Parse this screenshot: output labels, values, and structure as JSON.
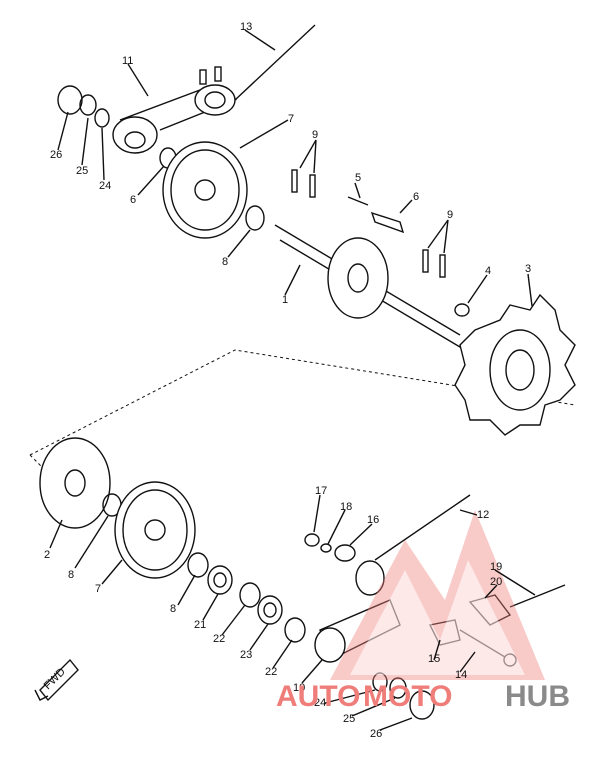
{
  "diagram": {
    "callouts": [
      {
        "id": "c13a",
        "text": "13"
      },
      {
        "id": "c11",
        "text": "11"
      },
      {
        "id": "c26a",
        "text": "26"
      },
      {
        "id": "c25a",
        "text": "25"
      },
      {
        "id": "c24a",
        "text": "24"
      },
      {
        "id": "c6a",
        "text": "6"
      },
      {
        "id": "c7a",
        "text": "7"
      },
      {
        "id": "c8a",
        "text": "8"
      },
      {
        "id": "c9a",
        "text": "9"
      },
      {
        "id": "c5",
        "text": "5"
      },
      {
        "id": "c6b",
        "text": "6"
      },
      {
        "id": "c9b",
        "text": "9"
      },
      {
        "id": "c4",
        "text": "4"
      },
      {
        "id": "c3",
        "text": "3"
      },
      {
        "id": "c1",
        "text": "1"
      },
      {
        "id": "c2",
        "text": "2"
      },
      {
        "id": "c8b",
        "text": "8"
      },
      {
        "id": "c7b",
        "text": "7"
      },
      {
        "id": "c17",
        "text": "17"
      },
      {
        "id": "c18a",
        "text": "18"
      },
      {
        "id": "c16",
        "text": "16"
      },
      {
        "id": "c12",
        "text": "12"
      },
      {
        "id": "c19",
        "text": "19"
      },
      {
        "id": "c20",
        "text": "20"
      },
      {
        "id": "c8c",
        "text": "8"
      },
      {
        "id": "c21",
        "text": "21"
      },
      {
        "id": "c22a",
        "text": "22"
      },
      {
        "id": "c23",
        "text": "23"
      },
      {
        "id": "c22b",
        "text": "22"
      },
      {
        "id": "c15",
        "text": "15"
      },
      {
        "id": "c14",
        "text": "14"
      },
      {
        "id": "c10",
        "text": "10"
      },
      {
        "id": "c24b",
        "text": "24"
      },
      {
        "id": "c25b",
        "text": "25"
      },
      {
        "id": "c26b",
        "text": "26"
      }
    ],
    "direction_label": "FWD"
  },
  "watermark": {
    "text_left": "AUTO",
    "text_mid": "MOTO",
    "text_right": "HUB",
    "color_primary": "#ef7e7a",
    "color_secondary": "#8a8a8a"
  }
}
